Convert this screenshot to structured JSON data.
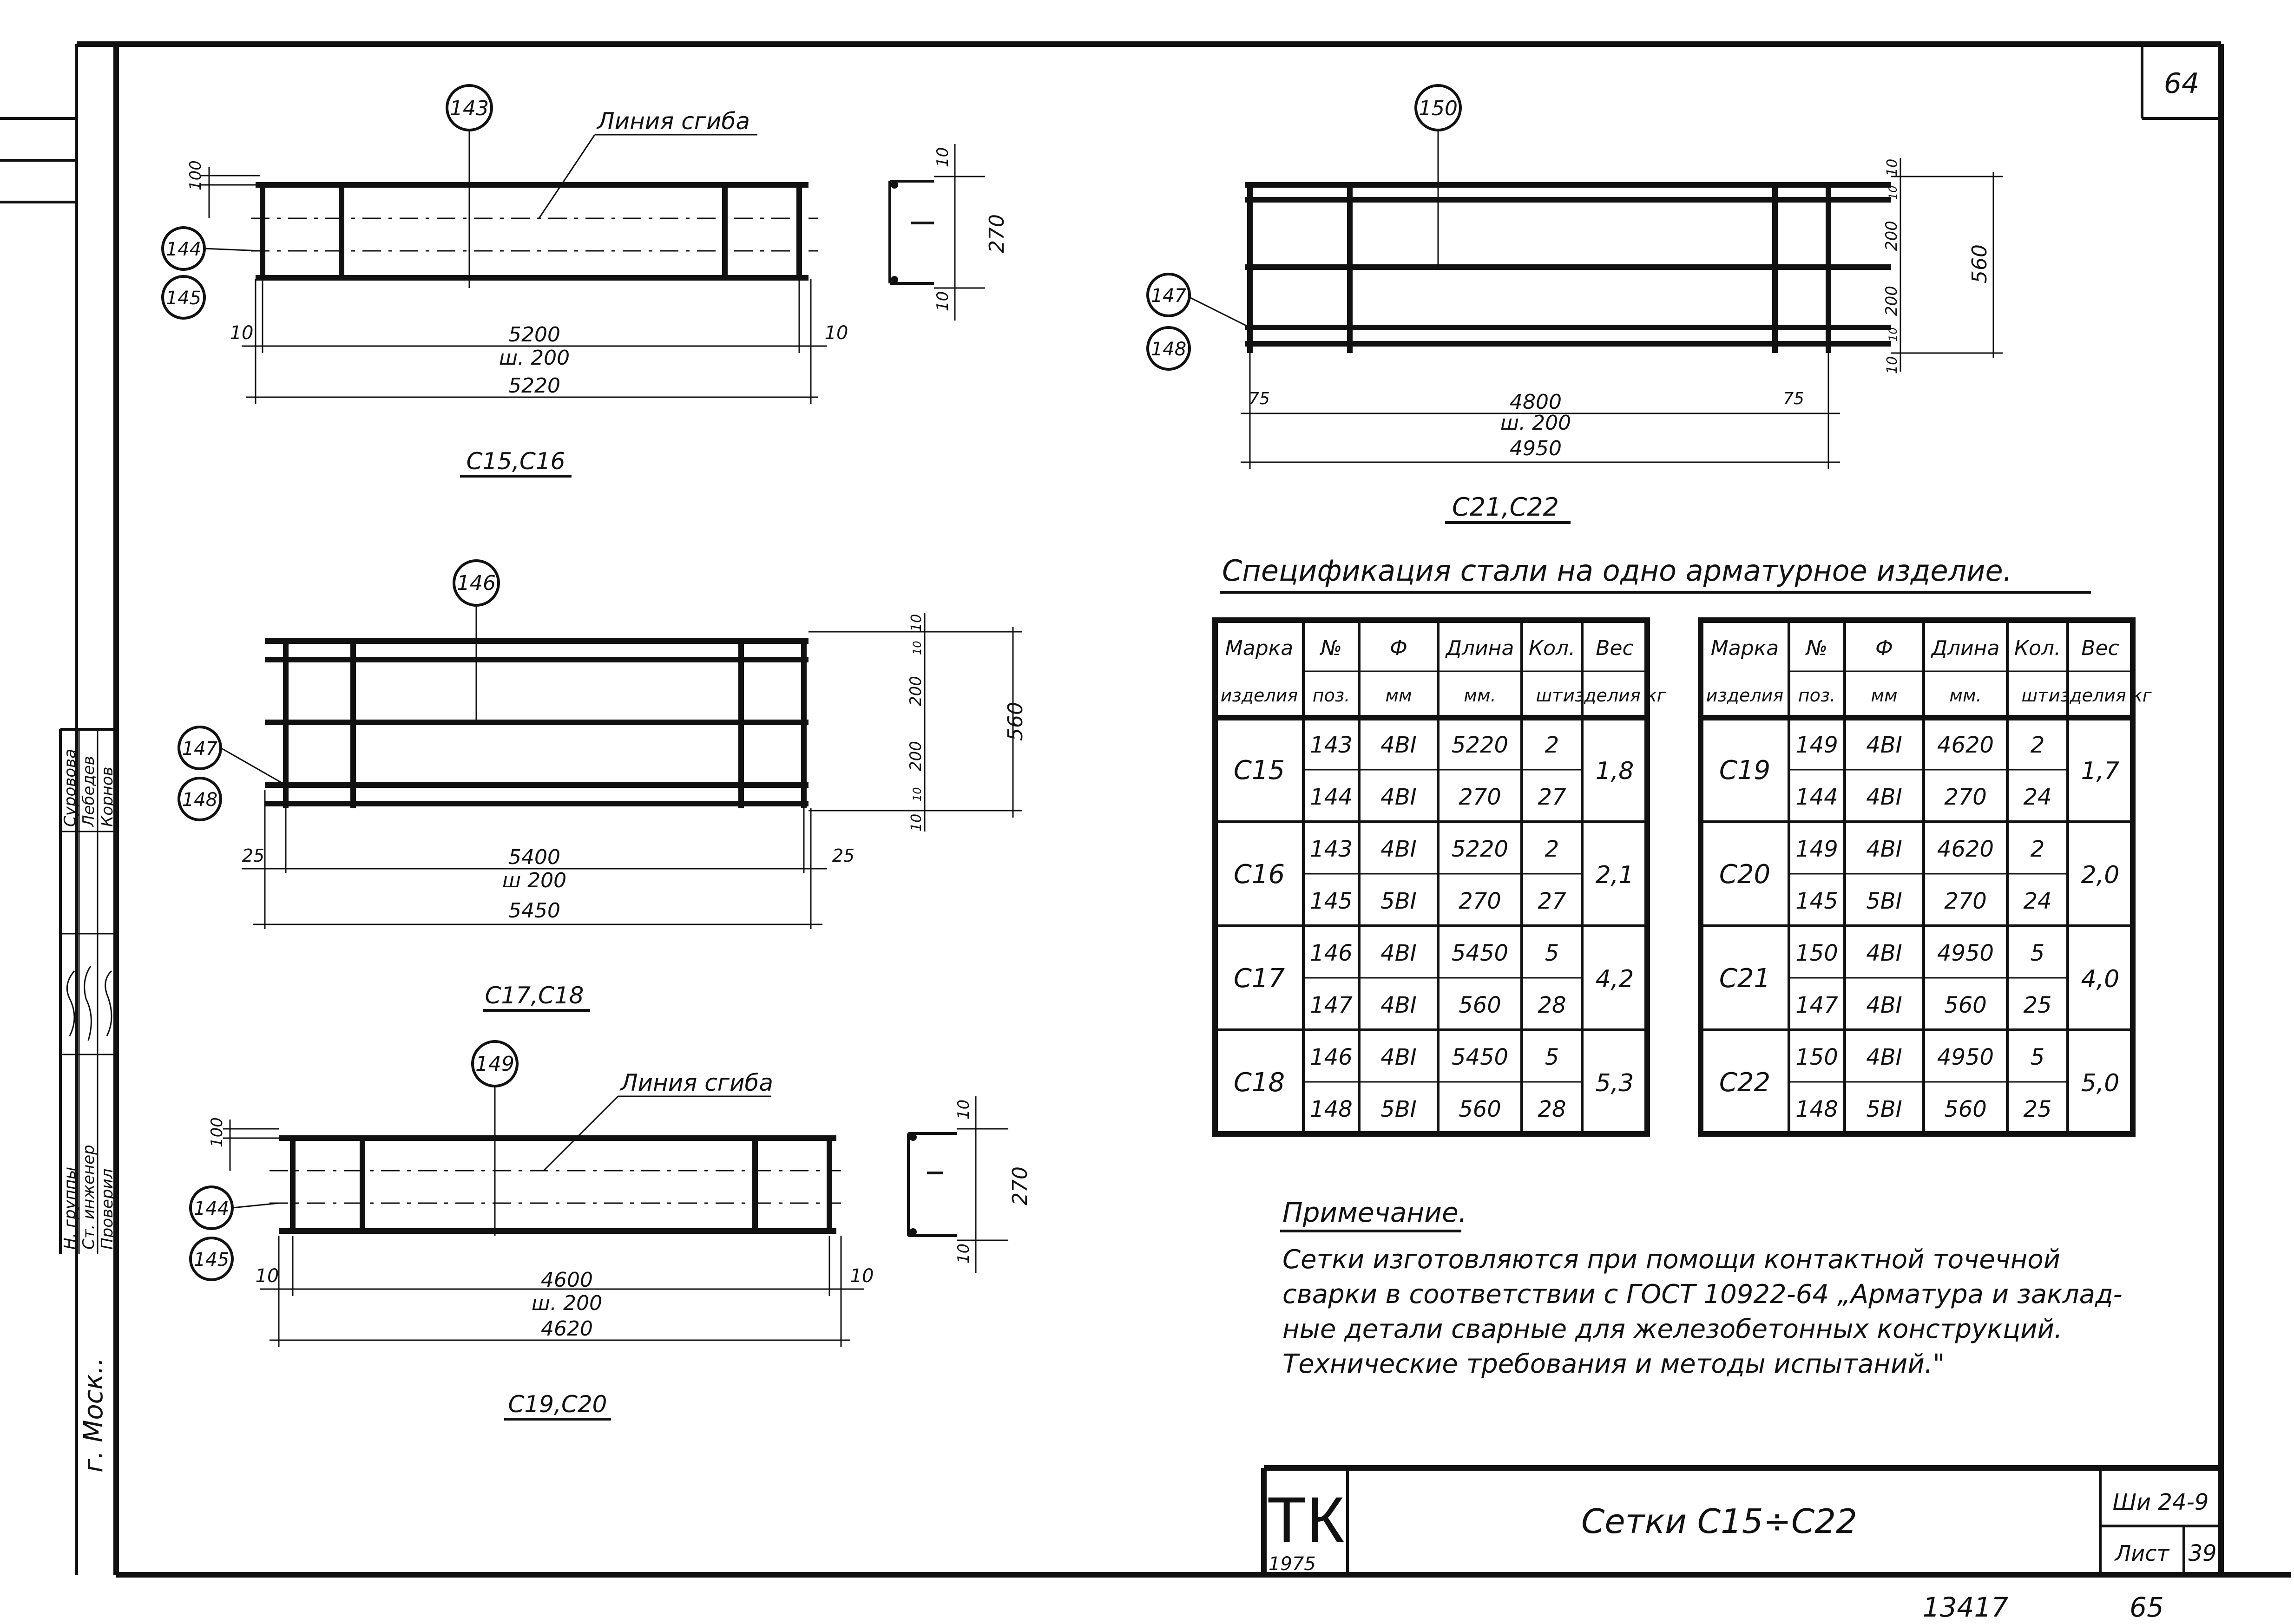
{
  "page_number": "64",
  "bottom_numbers": [
    "13417",
    "65"
  ],
  "city_label": "г. Моск..",
  "side_stamp": {
    "roles": [
      "Н. группы",
      "Ст. инженер",
      "Проверил"
    ],
    "names": [
      "Суровова",
      "Лебедев",
      "Корнов"
    ]
  },
  "drawings": {
    "c15": {
      "caption": "С15,С16",
      "callout_top": "143",
      "callouts_left": [
        "144",
        "145"
      ],
      "bend_line_label": "Линия сгиба",
      "dim_left_offset": "100",
      "dim_ends": [
        "10",
        "10"
      ],
      "dim_main": "5200",
      "dim_pitch": "ш. 200",
      "dim_total": "5220",
      "section_dims": [
        "10",
        "270",
        "10"
      ]
    },
    "c21": {
      "caption": "С21,С22",
      "callout_top": "150",
      "callouts_left": [
        "147",
        "148"
      ],
      "dim_ends": [
        "75",
        "75"
      ],
      "dim_main": "4800",
      "dim_pitch": "ш. 200",
      "dim_total": "4950",
      "right_dims": [
        "10",
        "10",
        "200",
        "200",
        "10",
        "10"
      ],
      "right_total": "560"
    },
    "c17": {
      "caption": "С17,С18",
      "callout_top": "146",
      "callouts_left": [
        "147",
        "148"
      ],
      "dim_ends": [
        "25",
        "25"
      ],
      "dim_main": "5400",
      "dim_pitch": "ш 200",
      "dim_total": "5450",
      "right_dims": [
        "10",
        "10",
        "200",
        "200",
        "10",
        "10"
      ],
      "right_total": "560"
    },
    "c19": {
      "caption": "С19,С20",
      "callout_top": "149",
      "callouts_left": [
        "144",
        "145"
      ],
      "bend_line_label": "Линия сгиба",
      "dim_left_offset": "100",
      "dim_ends": [
        "10",
        "10"
      ],
      "dim_main": "4600",
      "dim_pitch": "ш. 200",
      "dim_total": "4620",
      "section_dims": [
        "10",
        "270",
        "10"
      ]
    }
  },
  "spec": {
    "title": "Спецификация стали на одно арматурное изделие.",
    "headers": [
      {
        "top": "Марка",
        "bottom": "изделия"
      },
      {
        "top": "№",
        "bottom": "поз."
      },
      {
        "top": "Ф",
        "bottom": "мм"
      },
      {
        "top": "Длина",
        "bottom": "мм."
      },
      {
        "top": "Кол.",
        "bottom": "шт."
      },
      {
        "top": "Вес",
        "bottom": "изделия кг"
      }
    ],
    "left_table": [
      {
        "mark": "С15",
        "weight": "1,8",
        "rows": [
          [
            "143",
            "4ВI",
            "5220",
            "2"
          ],
          [
            "144",
            "4ВI",
            "270",
            "27"
          ]
        ]
      },
      {
        "mark": "С16",
        "weight": "2,1",
        "rows": [
          [
            "143",
            "4ВI",
            "5220",
            "2"
          ],
          [
            "145",
            "5ВI",
            "270",
            "27"
          ]
        ]
      },
      {
        "mark": "С17",
        "weight": "4,2",
        "rows": [
          [
            "146",
            "4ВI",
            "5450",
            "5"
          ],
          [
            "147",
            "4ВI",
            "560",
            "28"
          ]
        ]
      },
      {
        "mark": "С18",
        "weight": "5,3",
        "rows": [
          [
            "146",
            "4ВI",
            "5450",
            "5"
          ],
          [
            "148",
            "5ВI",
            "560",
            "28"
          ]
        ]
      }
    ],
    "right_table": [
      {
        "mark": "С19",
        "weight": "1,7",
        "rows": [
          [
            "149",
            "4ВI",
            "4620",
            "2"
          ],
          [
            "144",
            "4ВI",
            "270",
            "24"
          ]
        ]
      },
      {
        "mark": "С20",
        "weight": "2,0",
        "rows": [
          [
            "149",
            "4ВI",
            "4620",
            "2"
          ],
          [
            "145",
            "5ВI",
            "270",
            "24"
          ]
        ]
      },
      {
        "mark": "С21",
        "weight": "4,0",
        "rows": [
          [
            "150",
            "4ВI",
            "4950",
            "5"
          ],
          [
            "147",
            "4ВI",
            "560",
            "25"
          ]
        ]
      },
      {
        "mark": "С22",
        "weight": "5,0",
        "rows": [
          [
            "150",
            "4ВI",
            "4950",
            "5"
          ],
          [
            "148",
            "5ВI",
            "560",
            "25"
          ]
        ]
      }
    ]
  },
  "note": {
    "title": "Примечание.",
    "lines": [
      "Сетки изготовляются при помощи контактной точечной",
      "сварки в соответствии с ГОСТ 10922-64 „Арматура и заклад-",
      "ные детали сварные для железобетонных конструкций.",
      "Технические требования и методы испытаний.\""
    ]
  },
  "title_block": {
    "logo": "ТК",
    "year": "1975",
    "title": "Сетки С15÷С22",
    "code": "Ши 24-9",
    "sheet_label": "Лист",
    "sheet_number": "39"
  }
}
